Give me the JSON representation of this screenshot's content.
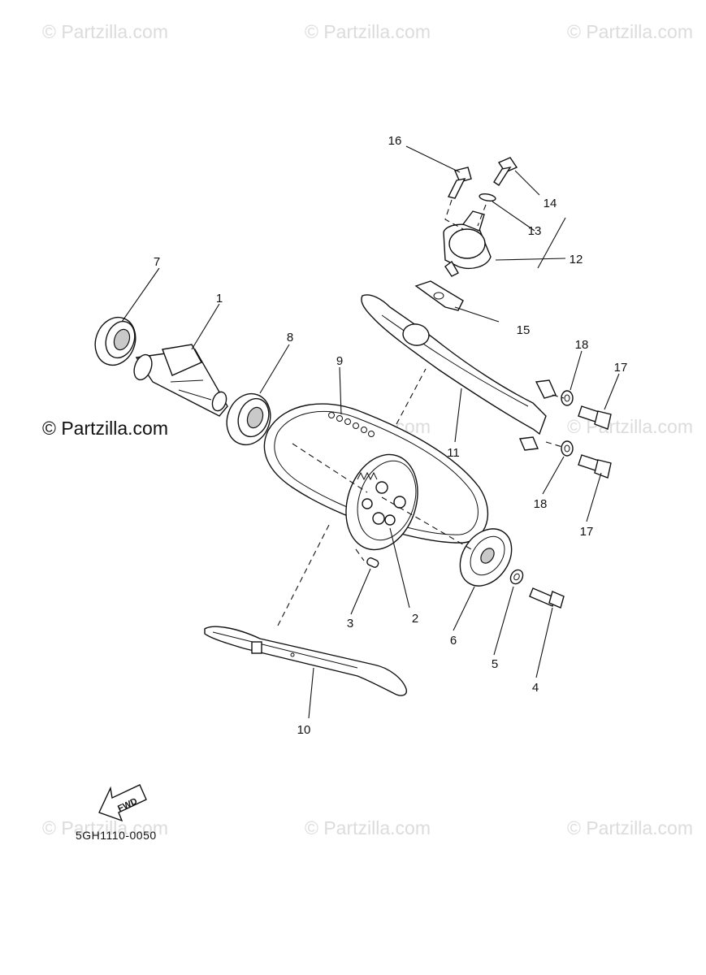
{
  "watermarks": {
    "text": "© Partzilla.com"
  },
  "brand_label": "© Partzilla.com",
  "diagram_code": "5GH1110-0050",
  "fwd_arrow_text": "FWD",
  "callouts": {
    "p1": "1",
    "p2": "2",
    "p3": "3",
    "p4": "4",
    "p5": "5",
    "p6": "6",
    "p7": "7",
    "p8": "8",
    "p9": "9",
    "p10": "10",
    "p11": "11",
    "p12": "12",
    "p13": "13",
    "p14": "14",
    "p15": "15",
    "p16": "16",
    "p17a": "17",
    "p17b": "17",
    "p18a": "18",
    "p18b": "18"
  }
}
